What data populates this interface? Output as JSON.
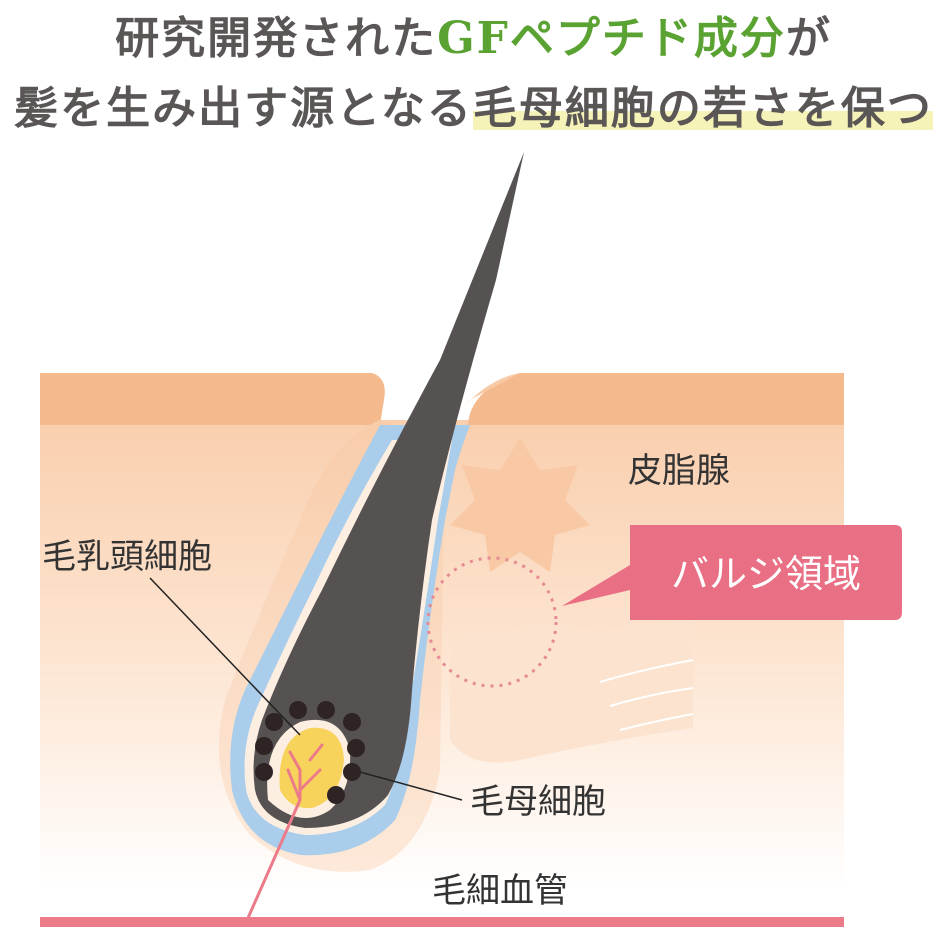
{
  "headline": {
    "line1_part1": "研究開発された",
    "line1_green": "GFペプチド成分",
    "line1_part2": "が",
    "line2_part1": "髪を生み出す源となる",
    "line2_highlight": "毛母細胞の若さを保つ"
  },
  "labels": {
    "sebaceous_gland": "皮脂腺",
    "bulge_region": "バルジ領域",
    "dermal_papilla": "毛乳頭細胞",
    "hair_matrix": "毛母細胞",
    "capillary": "毛細血管"
  },
  "colors": {
    "title_gray": "#5a5656",
    "accent_green": "#5aa232",
    "highlight_yellow": "#f6f3b8",
    "skin_orange": "#f5b98e",
    "skin_light": "#fbe3cf",
    "sheath_blue": "#a9cdea",
    "hair_dark": "#565252",
    "papilla_yellow": "#f7d35b",
    "bulge_pink": "#e96f84",
    "capillary_pink": "#ec7b89"
  }
}
